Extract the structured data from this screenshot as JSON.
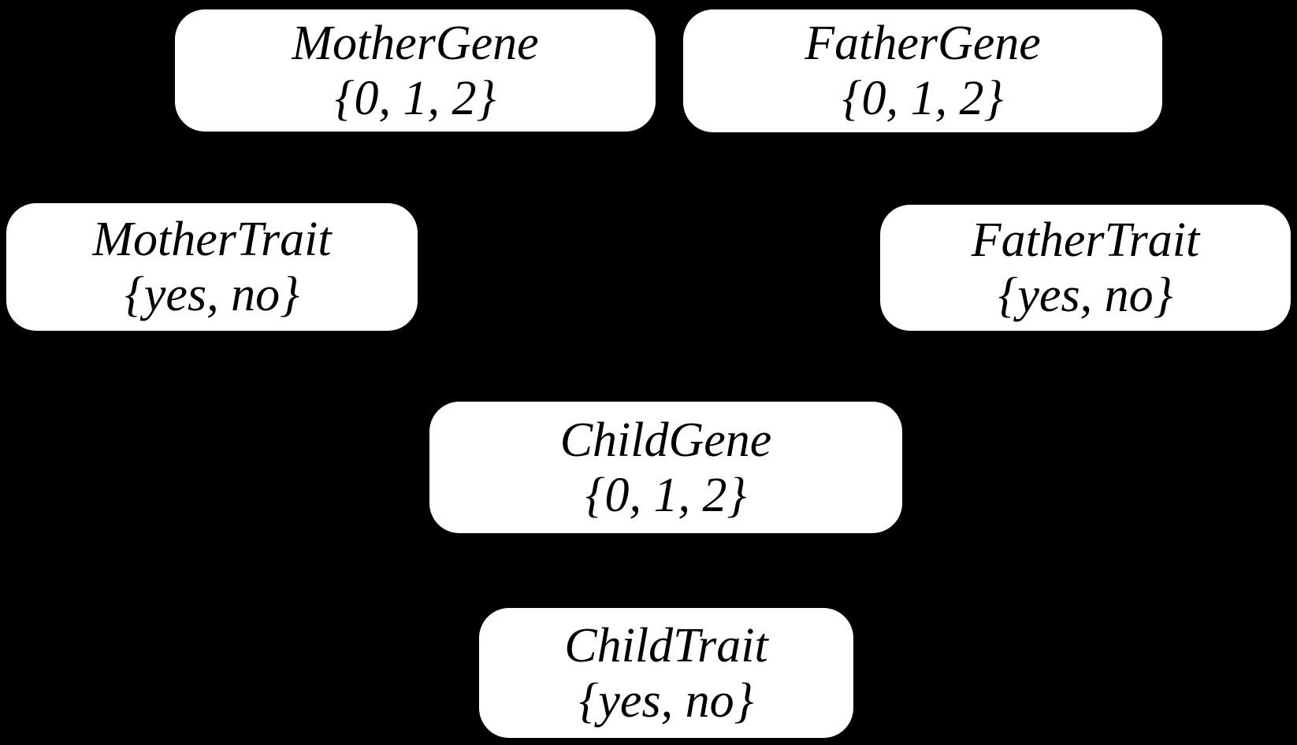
{
  "colors": {
    "background": "#000000",
    "node_fill": "#ffffff",
    "node_text": "#000000"
  },
  "diagram": {
    "type": "bayesian-network",
    "nodes": [
      {
        "id": "mother-gene",
        "label": "MotherGene",
        "domain": "{0, 1, 2}"
      },
      {
        "id": "father-gene",
        "label": "FatherGene",
        "domain": "{0, 1, 2}"
      },
      {
        "id": "mother-trait",
        "label": "MotherTrait",
        "domain": "{yes, no}"
      },
      {
        "id": "father-trait",
        "label": "FatherTrait",
        "domain": "{yes, no}"
      },
      {
        "id": "child-gene",
        "label": "ChildGene",
        "domain": "{0, 1, 2}"
      },
      {
        "id": "child-trait",
        "label": "ChildTrait",
        "domain": "{yes, no}"
      }
    ]
  }
}
